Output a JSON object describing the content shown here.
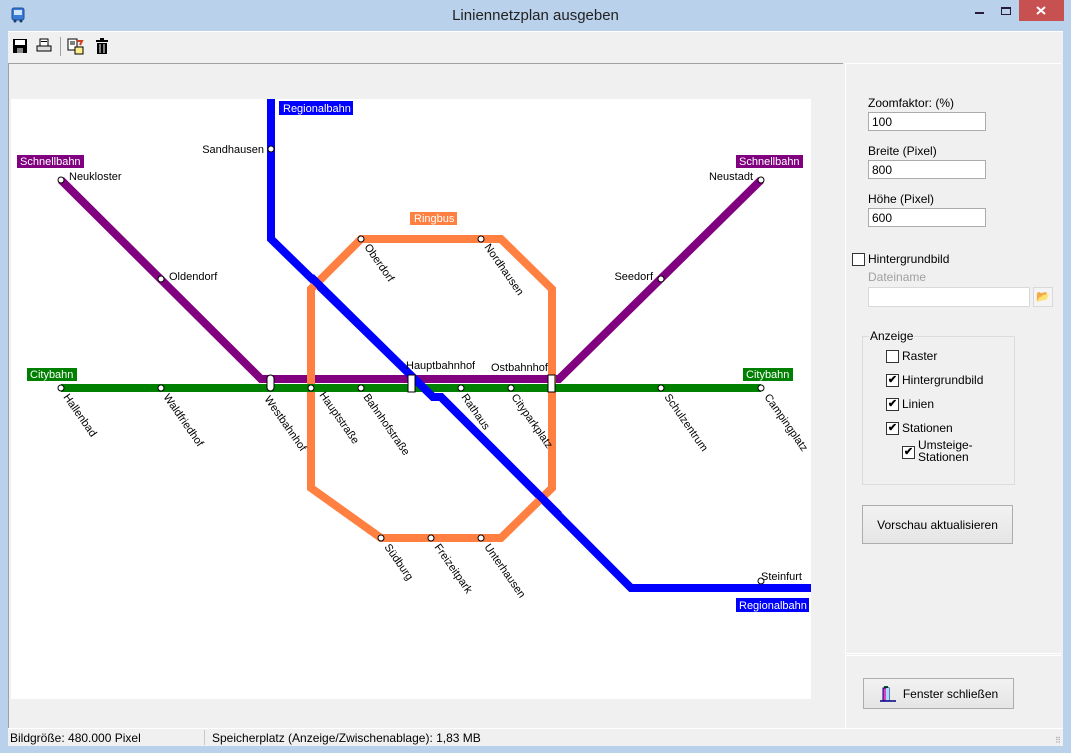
{
  "window": {
    "title": "Liniennetzplan ausgeben",
    "controls": {
      "minimize": "minimize",
      "maximize": "maximize",
      "close": "close"
    }
  },
  "toolbar": {
    "buttons": [
      {
        "name": "save",
        "icon": "floppy-disk-icon"
      },
      {
        "name": "print",
        "icon": "printer-icon"
      },
      {
        "name": "copy-to-clipboard",
        "icon": "clipboard-copy-icon"
      },
      {
        "name": "delete",
        "icon": "trash-icon"
      }
    ]
  },
  "map": {
    "lines": [
      {
        "name": "Regionalbahn",
        "color": "#0000ff",
        "stations": [
          "Sandhausen",
          "Hauptbahnhof",
          "Steinfurt"
        ]
      },
      {
        "name": "Schnellbahn",
        "color": "#800080",
        "stations": [
          "Neukloster",
          "Oldendorf",
          "Westbahnhof",
          "Hauptbahnhof",
          "Ostbahnhof",
          "Seedorf",
          "Neustadt"
        ]
      },
      {
        "name": "Citybahn",
        "color": "#008000",
        "stations": [
          "Hallenbad",
          "Waldfriedhof",
          "Westbahnhof",
          "Hauptstraße",
          "Bahnhofstraße",
          "Hauptbahnhof",
          "Rathaus",
          "Cityparkplatz",
          "Ostbahnhof",
          "Schulzentrum",
          "Campingplatz"
        ]
      },
      {
        "name": "Ringbus",
        "color": "#ff8040",
        "stations": [
          "Oberdorf",
          "Nordhausen",
          "Ostbahnhof",
          "Unterhausen",
          "Freizeitpark",
          "Südburg",
          "Hauptstraße"
        ]
      }
    ],
    "labels": {
      "regionalbahn": "Regionalbahn",
      "schnellbahn": "Schnellbahn",
      "citybahn": "Citybahn",
      "ringbus": "Ringbus"
    },
    "stations": {
      "sandhausen": "Sandhausen",
      "neukloster": "Neukloster",
      "oldendorf": "Oldendorf",
      "neustadt": "Neustadt",
      "seedorf": "Seedorf",
      "hauptbahnhof": "Hauptbahnhof",
      "ostbahnhof": "Ostbahnhof",
      "hallenbad": "Hallenbad",
      "waldfriedhof": "Waldfriedhof",
      "westbahnhof": "Westbahnhof",
      "hauptstrasse": "Hauptstraße",
      "bahnhofstrasse": "Bahnhofstraße",
      "rathaus": "Rathaus",
      "cityparkplatz": "Cityparkplatz",
      "schulzentrum": "Schulzentrum",
      "campingplatz": "Campingplatz",
      "oberdorf": "Oberdorf",
      "nordhausen": "Nordhausen",
      "suedburg": "Südburg",
      "freizeitpark": "Freizeitpark",
      "unterhausen": "Unterhausen",
      "steinfurt": "Steinfurt"
    }
  },
  "settings": {
    "zoom_label": "Zoomfaktor: (%)",
    "zoom_value": "100",
    "width_label": "Breite (Pixel)",
    "width_value": "800",
    "height_label": "Höhe (Pixel)",
    "height_value": "600",
    "background_label": "Hintergrundbild",
    "background_checked": false,
    "filename_label": "Dateiname",
    "filename_value": "",
    "display_group": {
      "title": "Anzeige",
      "options": [
        {
          "label": "Raster",
          "checked": false
        },
        {
          "label": "Hintergrundbild",
          "checked": true
        },
        {
          "label": "Linien",
          "checked": true
        },
        {
          "label": "Stationen",
          "checked": true
        }
      ],
      "transfer_label_1": "Umsteige-",
      "transfer_label_2": "Stationen",
      "transfer_checked": true
    },
    "refresh_button": "Vorschau aktualisieren",
    "close_button": "Fenster schließen"
  },
  "status": {
    "image_size": "Bildgröße: 480.000 Pixel",
    "memory": "Speicherplatz (Anzeige/Zwischenablage): 1,83 MB"
  },
  "check_mark": "✔"
}
